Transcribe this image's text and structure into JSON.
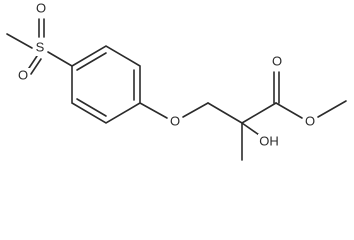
{
  "atoms": {
    "sulfur": "S",
    "sulfonyl_o_top": "O",
    "sulfonyl_o_bottom": "O",
    "ether_o": "O",
    "carbonyl_o": "O",
    "ester_o": "O",
    "hydroxyl": "OH"
  }
}
